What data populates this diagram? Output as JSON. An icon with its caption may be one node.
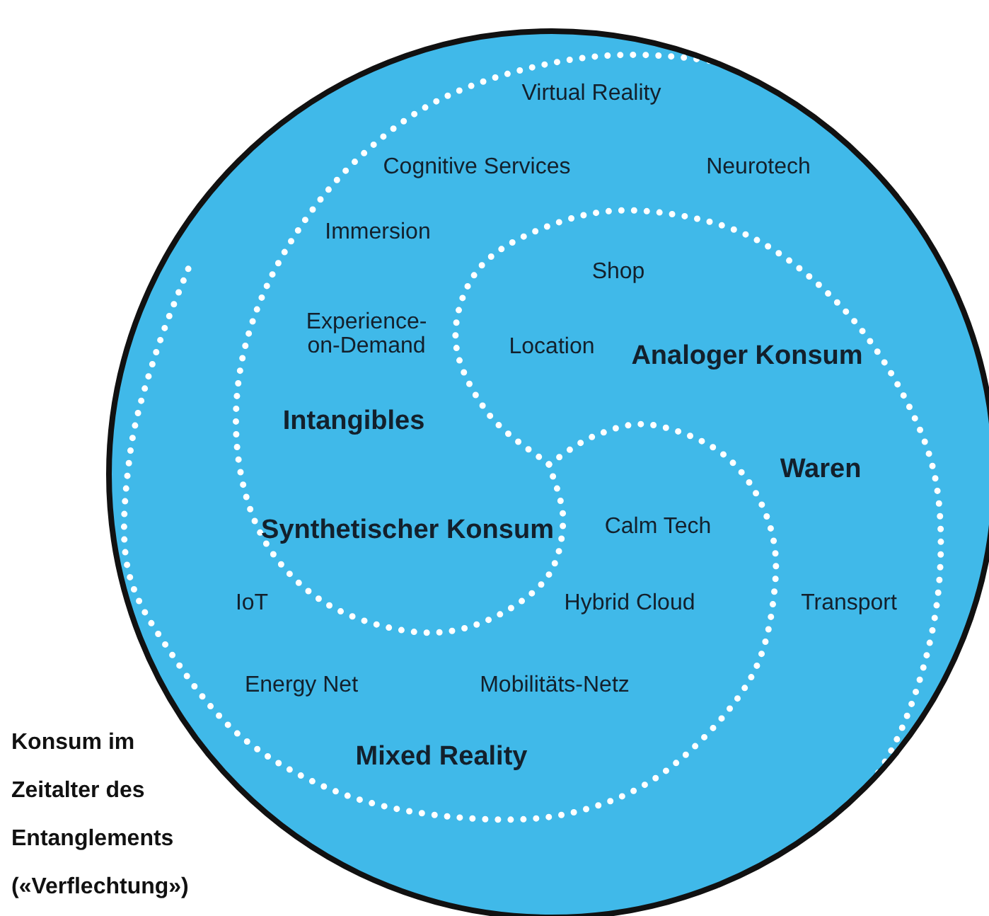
{
  "diagram": {
    "caption": "Konsum im Zeitalter des Entanglements («Verflechtung»)",
    "labels": [
      "Virtual Reality",
      "Cognitive Services",
      "Neurotech",
      "Immersion",
      "Shop",
      "Experience-on-Demand",
      "Location",
      "Analoger Konsum",
      "Intangibles",
      "Waren",
      "Synthetischer Konsum",
      "Calm Tech",
      "IoT",
      "Hybrid Cloud",
      "Transport",
      "Energy Net",
      "Mobilitäts-Netz",
      "Mixed Reality"
    ]
  }
}
